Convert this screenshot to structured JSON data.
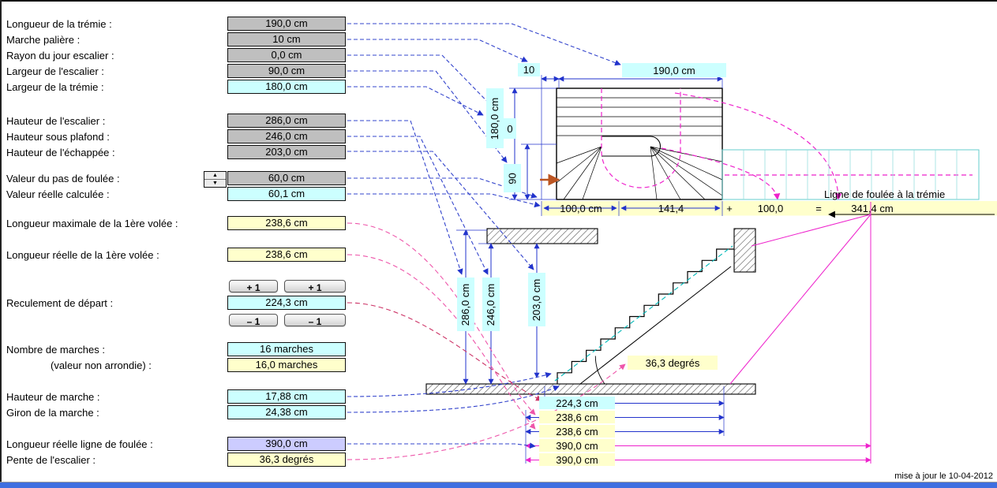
{
  "form": {
    "rows": [
      {
        "label": "Longueur de la trémie :",
        "value": "190,0 cm"
      },
      {
        "label": "Marche palière :",
        "value": "10 cm"
      },
      {
        "label": "Rayon du jour escalier :",
        "value": "0,0 cm"
      },
      {
        "label": "Largeur de l'escalier :",
        "value": "90,0 cm"
      },
      {
        "label": "Largeur de la trémie :",
        "value": "180,0 cm"
      },
      {
        "label": "Hauteur de l'escalier :",
        "value": "286,0 cm"
      },
      {
        "label": "Hauteur sous plafond :",
        "value": "246,0 cm"
      },
      {
        "label": "Hauteur de l'échappée :",
        "value": "203,0 cm"
      },
      {
        "label": "Valeur du pas de foulée :",
        "value": "60,0 cm"
      },
      {
        "label": "Valeur réelle calculée :",
        "value": "60,1 cm"
      },
      {
        "label": "Longueur maximale de la 1ère volée :",
        "value": "238,6 cm"
      },
      {
        "label": "Longueur réelle de la 1ère volée :",
        "value": "238,6 cm"
      },
      {
        "label": "Reculement de départ :",
        "value": "224,3 cm"
      },
      {
        "label": "Nombre de marches :",
        "value": "16 marches"
      },
      {
        "label": "(valeur non arrondie) :",
        "value": "16,0 marches"
      },
      {
        "label": "Hauteur de marche :",
        "value": "17,88 cm"
      },
      {
        "label": "Giron de la marche :",
        "value": "24,38 cm"
      },
      {
        "label": "Longueur réelle ligne de foulée :",
        "value": "390,0 cm"
      },
      {
        "label": "Pente de l'escalier :",
        "value": "36,3 degrés"
      }
    ],
    "buttons": {
      "inc_a": "+ 1",
      "inc_b": "+ 1",
      "dec_a": "– 1",
      "dec_b": "– 1"
    },
    "stepper": {
      "up": "▲",
      "down": "▼"
    }
  },
  "plan": {
    "dim_small": "10",
    "dim_width": "190,0 cm",
    "dim_depth": "180,0 cm",
    "dim_radius": "0",
    "dim_stair_width": "90",
    "sum_seg1": "100,0 cm",
    "sum_seg2": "141,4",
    "sum_plus": "+",
    "sum_seg3": "100,0",
    "sum_equals": "=",
    "sum_total": "341,4 cm",
    "caption": "Ligne de foulée à la trémie"
  },
  "elevation": {
    "dim_total_height": "286,0 cm",
    "dim_ceiling_height": "246,0 cm",
    "dim_headroom": "203,0 cm",
    "angle_label": "36,3 degrés",
    "dim_recul": "224,3 cm",
    "dim_flight_max": "238,6 cm",
    "dim_flight_real": "238,6 cm",
    "dim_walkline_a": "390,0 cm",
    "dim_walkline_b": "390,0 cm"
  },
  "footer": {
    "updated": "mise à jour le 10-04-2012"
  },
  "colors": {
    "input_bg": "#bfbfbf",
    "computed_bg": "#ccffff",
    "result_bg": "#ffffcc",
    "highlight_bg": "#ccccff",
    "dim_blue": "#2233cc",
    "dim_magenta": "#ee22cc",
    "band_cyan": "#66cccc",
    "taskbar_blue": "#3f6fe0"
  }
}
